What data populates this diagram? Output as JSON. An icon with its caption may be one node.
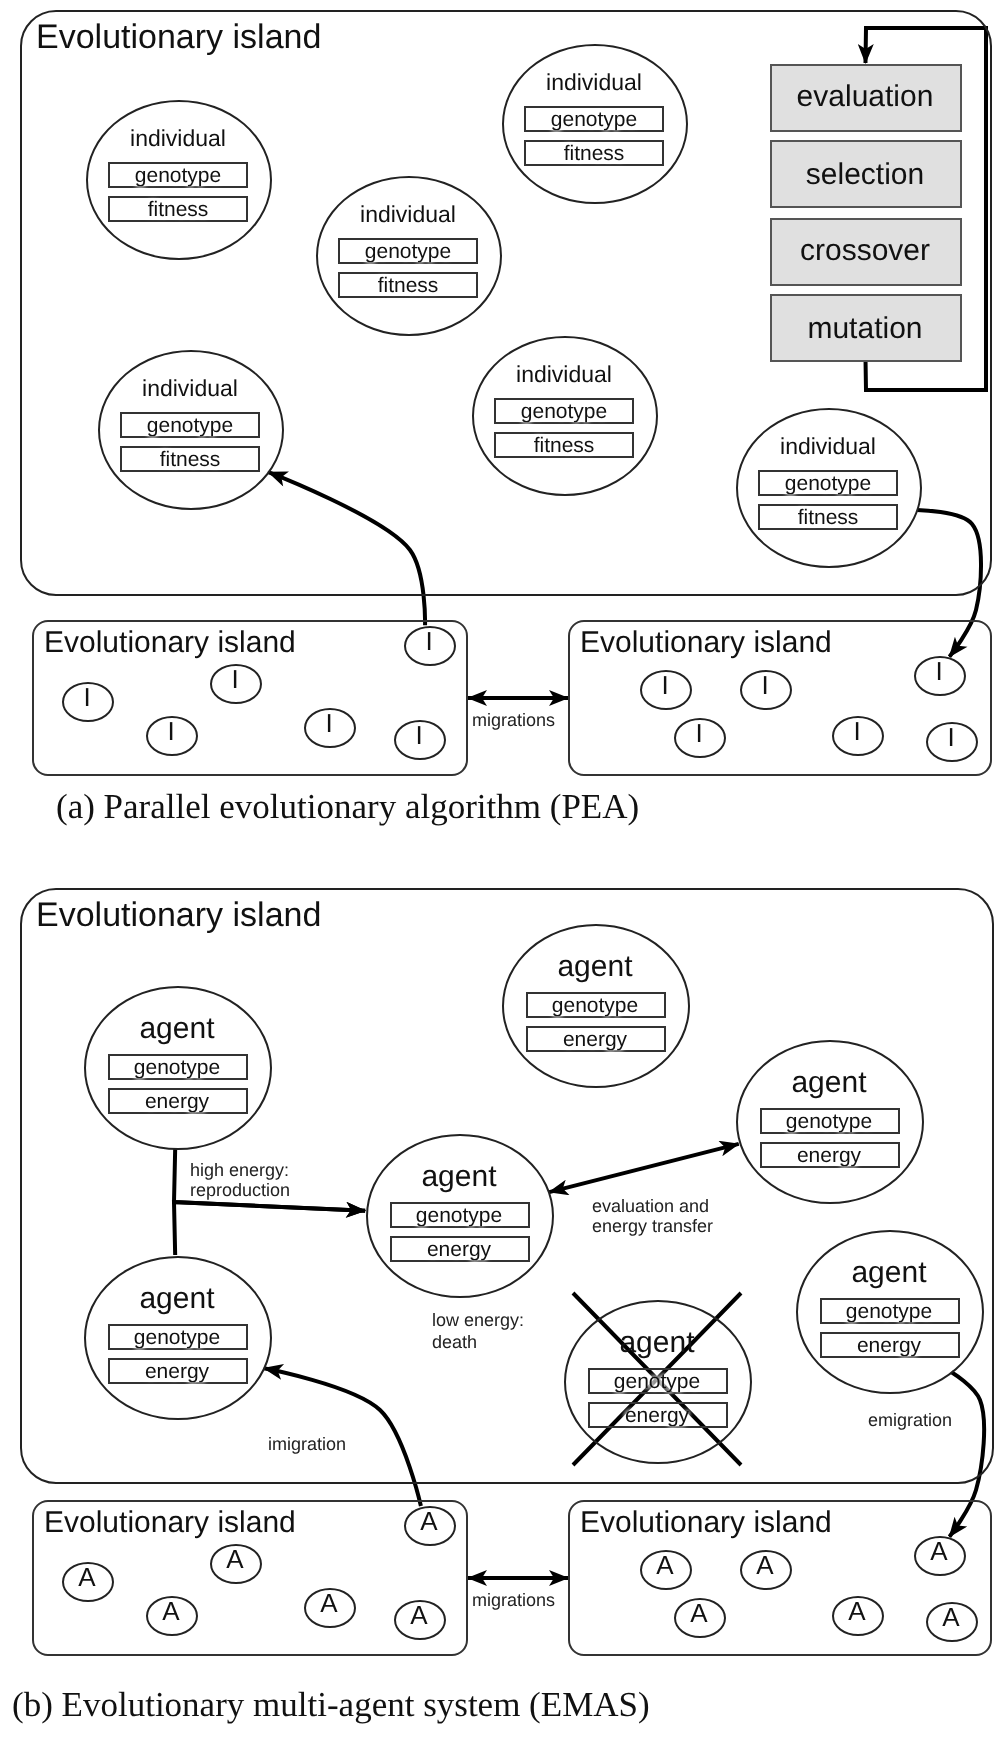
{
  "diagram": {
    "nodes": [
      {
        "text": [
          "Evolutionary island"
        ]
      },
      {
        "text": [
          "individual"
        ],
        "in": 0
      },
      {
        "text": [
          "genotype"
        ],
        "in": 1
      },
      {
        "text": [
          "fitness"
        ],
        "in": 1
      },
      {
        "text": [
          "individual"
        ],
        "in": 0
      },
      {
        "text": [
          "genotype"
        ],
        "in": 4
      },
      {
        "text": [
          "fitness"
        ],
        "in": 4
      },
      {
        "text": [
          "individual"
        ],
        "in": 0
      },
      {
        "text": [
          "genotype"
        ],
        "in": 7
      },
      {
        "text": [
          "fitness"
        ],
        "in": 7
      },
      {
        "text": [
          "individual"
        ],
        "in": 0
      },
      {
        "text": [
          "genotype"
        ],
        "in": 10
      },
      {
        "text": [
          "fitness"
        ],
        "in": 10
      },
      {
        "text": [
          "individual"
        ],
        "in": 0
      },
      {
        "text": [
          "genotype"
        ],
        "in": 13
      },
      {
        "text": [
          "fitness"
        ],
        "in": 13
      },
      {
        "text": [
          "individual"
        ],
        "in": 0
      },
      {
        "text": [
          "genotype"
        ],
        "in": 16
      },
      {
        "text": [
          "fitness"
        ],
        "in": 16
      },
      {
        "text": [
          "evaluation"
        ],
        "in": 0
      },
      {
        "text": [
          "selection"
        ],
        "in": 0
      },
      {
        "text": [
          "crossover"
        ],
        "in": 0
      },
      {
        "text": [
          "mutation"
        ],
        "in": 0
      },
      {
        "text": [
          "Evolutionary island"
        ]
      },
      {
        "text": [
          "I"
        ],
        "in": 23
      },
      {
        "text": [
          "I"
        ],
        "in": 23
      },
      {
        "text": [
          "I"
        ],
        "in": 23
      },
      {
        "text": [
          "I"
        ],
        "in": 23
      },
      {
        "text": [
          "I"
        ],
        "in": 23
      },
      {
        "text": [
          "I"
        ],
        "in": 23
      },
      {
        "text": [
          "Evolutionary island"
        ]
      },
      {
        "text": [
          "I"
        ],
        "in": 30
      },
      {
        "text": [
          "I"
        ],
        "in": 30
      },
      {
        "text": [
          "I"
        ],
        "in": 30
      },
      {
        "text": [
          "I"
        ],
        "in": 30
      },
      {
        "text": [
          "I"
        ],
        "in": 30
      },
      {
        "text": [
          "I"
        ],
        "in": 30
      },
      {
        "text": [
          "Evolutionary island"
        ]
      },
      {
        "text": [
          "agent"
        ],
        "in": 37
      },
      {
        "text": [
          "genotype"
        ],
        "in": 38
      },
      {
        "text": [
          "energy"
        ],
        "in": 38
      },
      {
        "text": [
          "agent"
        ],
        "in": 37
      },
      {
        "text": [
          "genotype"
        ],
        "in": 41
      },
      {
        "text": [
          "energy"
        ],
        "in": 41
      },
      {
        "text": [
          "agent"
        ],
        "in": 37
      },
      {
        "text": [
          "genotype"
        ],
        "in": 44
      },
      {
        "text": [
          "energy"
        ],
        "in": 44
      },
      {
        "text": [
          "agent"
        ],
        "in": 37
      },
      {
        "text": [
          "genotype"
        ],
        "in": 47
      },
      {
        "text": [
          "energy"
        ],
        "in": 47
      },
      {
        "text": [
          "agent"
        ],
        "in": 37
      },
      {
        "text": [
          "genotype"
        ],
        "in": 50
      },
      {
        "text": [
          "energy"
        ],
        "in": 50
      },
      {
        "text": [
          "agent"
        ],
        "in": 37
      },
      {
        "text": [
          "genotype"
        ],
        "in": 53
      },
      {
        "text": [
          "energy"
        ],
        "in": 53
      },
      {
        "text": [
          "agent"
        ],
        "in": 37
      },
      {
        "text": [
          "genotype"
        ],
        "in": 56
      },
      {
        "text": [
          "energy"
        ],
        "in": 56
      },
      {
        "text": [
          "Evolutionary island"
        ]
      },
      {
        "text": [
          "A"
        ],
        "in": 59
      },
      {
        "text": [
          "A"
        ],
        "in": 59
      },
      {
        "text": [
          "A"
        ],
        "in": 59
      },
      {
        "text": [
          "A"
        ],
        "in": 59
      },
      {
        "text": [
          "A"
        ],
        "in": 59
      },
      {
        "text": [
          "A"
        ],
        "in": 59
      },
      {
        "text": [
          "Evolutionary island"
        ]
      },
      {
        "text": [
          "A"
        ],
        "in": 66
      },
      {
        "text": [
          "A"
        ],
        "in": 66
      },
      {
        "text": [
          "A"
        ],
        "in": 66
      },
      {
        "text": [
          "A"
        ],
        "in": 66
      },
      {
        "text": [
          "A"
        ],
        "in": 66
      },
      {
        "text": [
          "A"
        ],
        "in": 66
      }
    ],
    "edges": [
      {
        "from": 22,
        "to": 19,
        "arrow": "to"
      },
      {
        "from": 24,
        "to": 10,
        "arrow": "to"
      },
      {
        "from": 16,
        "to": 31,
        "arrow": "to"
      },
      {
        "from": 23,
        "to": 30,
        "arrow": "both",
        "label": "migrations"
      },
      {
        "from": 41,
        "to": 47,
        "arrow": "to",
        "label": "high energy: reproduction"
      },
      {
        "from": 50,
        "to": 47,
        "arrow": "to"
      },
      {
        "from": 47,
        "to": 44,
        "arrow": "both",
        "label": "evaluation and energy transfer"
      },
      {
        "from": 60,
        "to": 50,
        "arrow": "to",
        "label": "imigration"
      },
      {
        "from": 53,
        "to": 67,
        "arrow": "to",
        "label": "emigration"
      },
      {
        "from": 59,
        "to": 66,
        "arrow": "both",
        "label": "migrations"
      }
    ],
    "labels": [
      "(a) Parallel evolutionary algorithm (PEA)",
      "low energy: death",
      "(b) Evolutionary multi-agent system (EMAS)"
    ]
  }
}
